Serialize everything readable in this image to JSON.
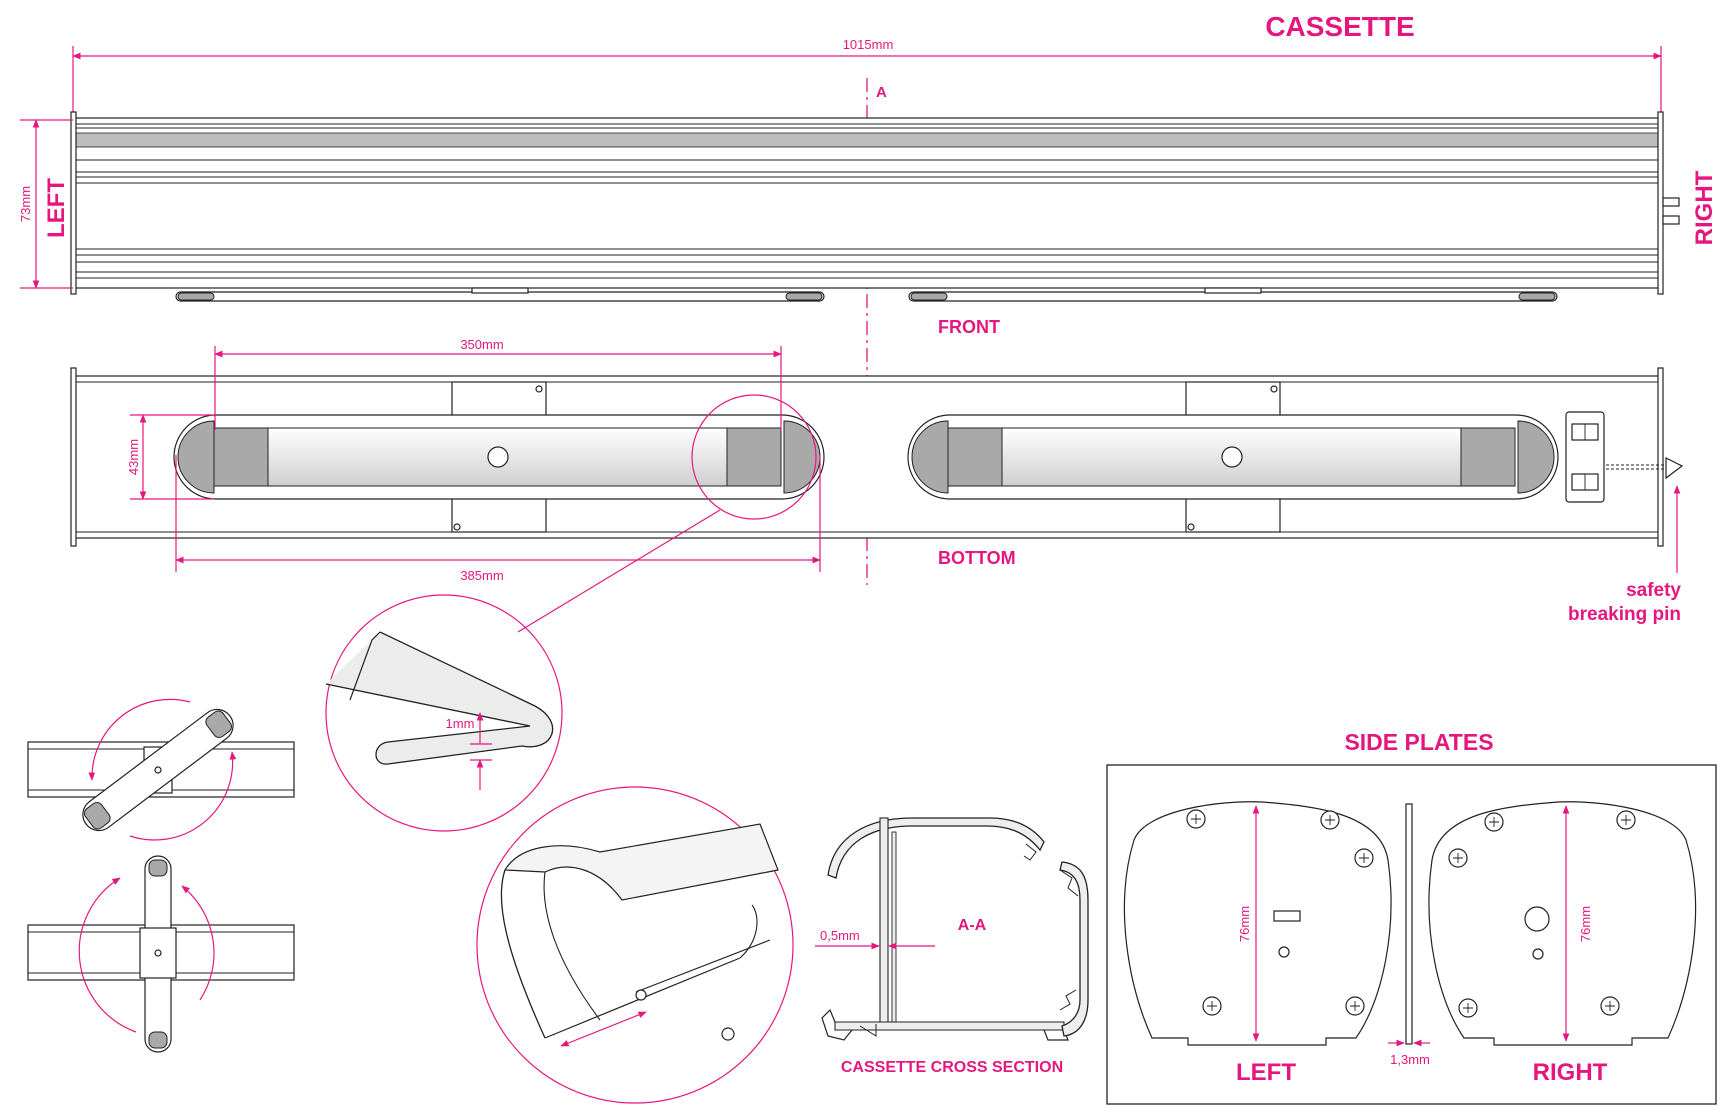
{
  "titles": {
    "cassette": "CASSETTE",
    "front": "FRONT",
    "bottom": "BOTTOM",
    "left_side": "LEFT",
    "right_side": "RIGHT",
    "side_plates": "SIDE PLATES",
    "cross_section": "CASSETTE CROSS SECTION",
    "section_mark": "A",
    "section_label": "A-A",
    "plate_left": "LEFT",
    "plate_right": "RIGHT",
    "safety_pin": [
      "safety",
      "breaking pin"
    ]
  },
  "dimensions": {
    "length": "1015mm",
    "height": "73mm",
    "foot_inner": "350mm",
    "foot_outer": "385mm",
    "foot_width": "43mm",
    "wall": "1mm",
    "profile_wall": "0,5mm",
    "plate_left_height": "76mm",
    "plate_right_height": "76mm",
    "plate_thickness": "1,3mm"
  },
  "colors": {
    "accent": "#e5177f",
    "line": "#222222",
    "grey": "#a9a9a9"
  }
}
